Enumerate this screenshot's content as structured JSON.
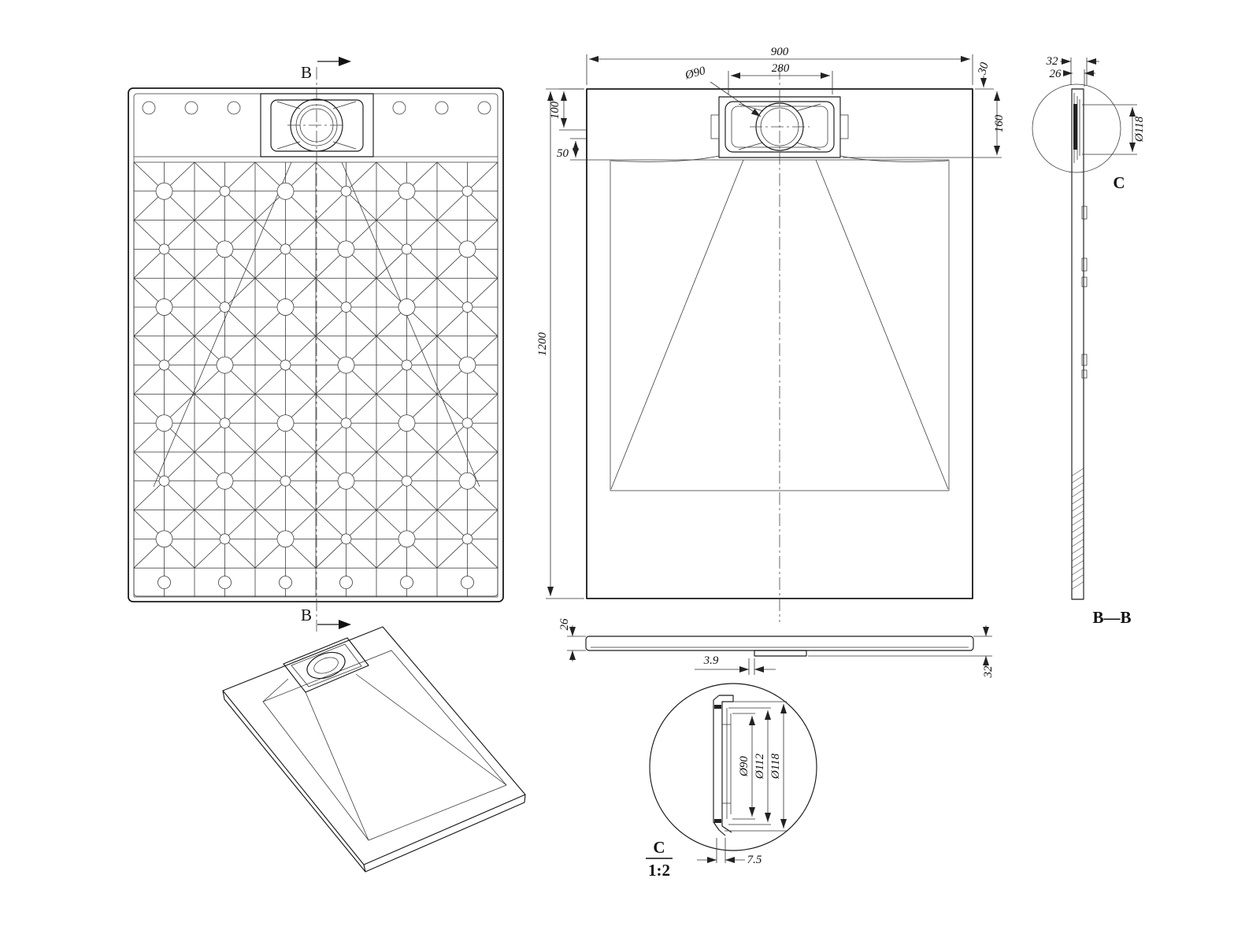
{
  "section_markers": {
    "top": "B",
    "bottom": "B"
  },
  "plan": {
    "width": "900",
    "drain_span": "280",
    "drain_dia": "Ø90",
    "dim_30": "30",
    "dim_100": "100",
    "dim_50": "50",
    "dim_160": "160",
    "length": "1200"
  },
  "profile": {
    "dim_26": "26",
    "dim_32": "32",
    "dim_3_9": "3.9"
  },
  "detail_c": {
    "label": "C",
    "scale": "1:2",
    "dia_90": "Ø90",
    "dia_112": "Ø112",
    "dia_118": "Ø118",
    "dim_7_5": "7.5"
  },
  "side": {
    "dim_32": "32",
    "dim_26": "26",
    "dia_118": "Ø118",
    "detail_label": "C",
    "section_title": "B—B"
  }
}
